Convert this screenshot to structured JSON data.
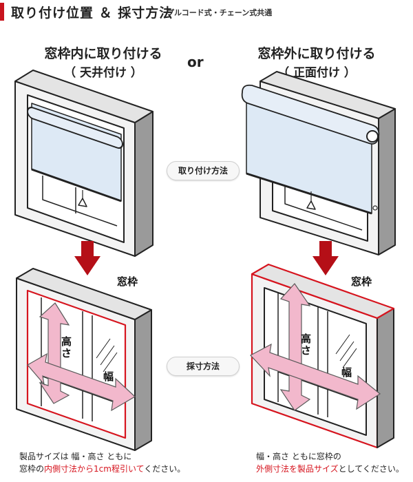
{
  "header": {
    "title": "取り付け位置 ＆ 採寸方法",
    "subtitle": "プルコード式・チェーン式共通"
  },
  "left": {
    "heading": "窓枠内に取り付ける",
    "subheading": "（ 天井付け ）",
    "frame_label": "窓枠",
    "height_label": "高さ",
    "width_label": "幅",
    "caption_line1": "製品サイズは 幅・高さ ともに",
    "caption_line2_a": "窓枠の",
    "caption_line2_red": "内側寸法から1cm程引いて",
    "caption_line2_b": "ください。"
  },
  "or_label": "or",
  "right": {
    "heading": "窓枠外に取り付ける",
    "subheading": "（ 正面付け ）",
    "frame_label": "窓枠",
    "height_label": "高さ",
    "width_label": "幅",
    "caption_line1": "幅・高さ ともに窓枠の",
    "caption_line2_red_a": "外側寸法を",
    "caption_line2_red_b": "製品サイズ",
    "caption_line2_b": "としてください。"
  },
  "pills": {
    "install_method": "取り付け方法",
    "measure_method": "採寸方法"
  },
  "colors": {
    "accent_red": "#c8141e",
    "arrow_pink": "#f2b8cc",
    "blind_blue": "#dde9f5"
  }
}
